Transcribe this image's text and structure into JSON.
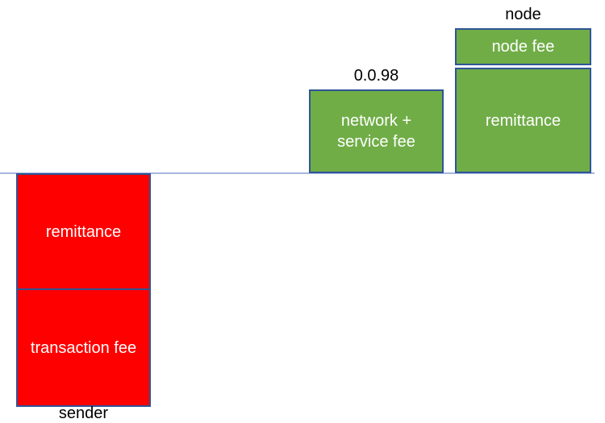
{
  "colors": {
    "red": "#FF0000",
    "green": "#70AD47",
    "border": "#2F5597",
    "baseline": "#A6B7DE",
    "text-dark": "#000000",
    "text-light": "#FFFFFF"
  },
  "diagram": {
    "sender": {
      "axis_label": "sender",
      "top_segment": "remittance",
      "bottom_segment": "transaction fee"
    },
    "fee_account": {
      "axis_label": "0.0.98",
      "segment_line1": "network +",
      "segment_line2": "service fee"
    },
    "node": {
      "axis_label": "node",
      "top_segment": "node fee",
      "bottom_segment": "remittance"
    }
  }
}
